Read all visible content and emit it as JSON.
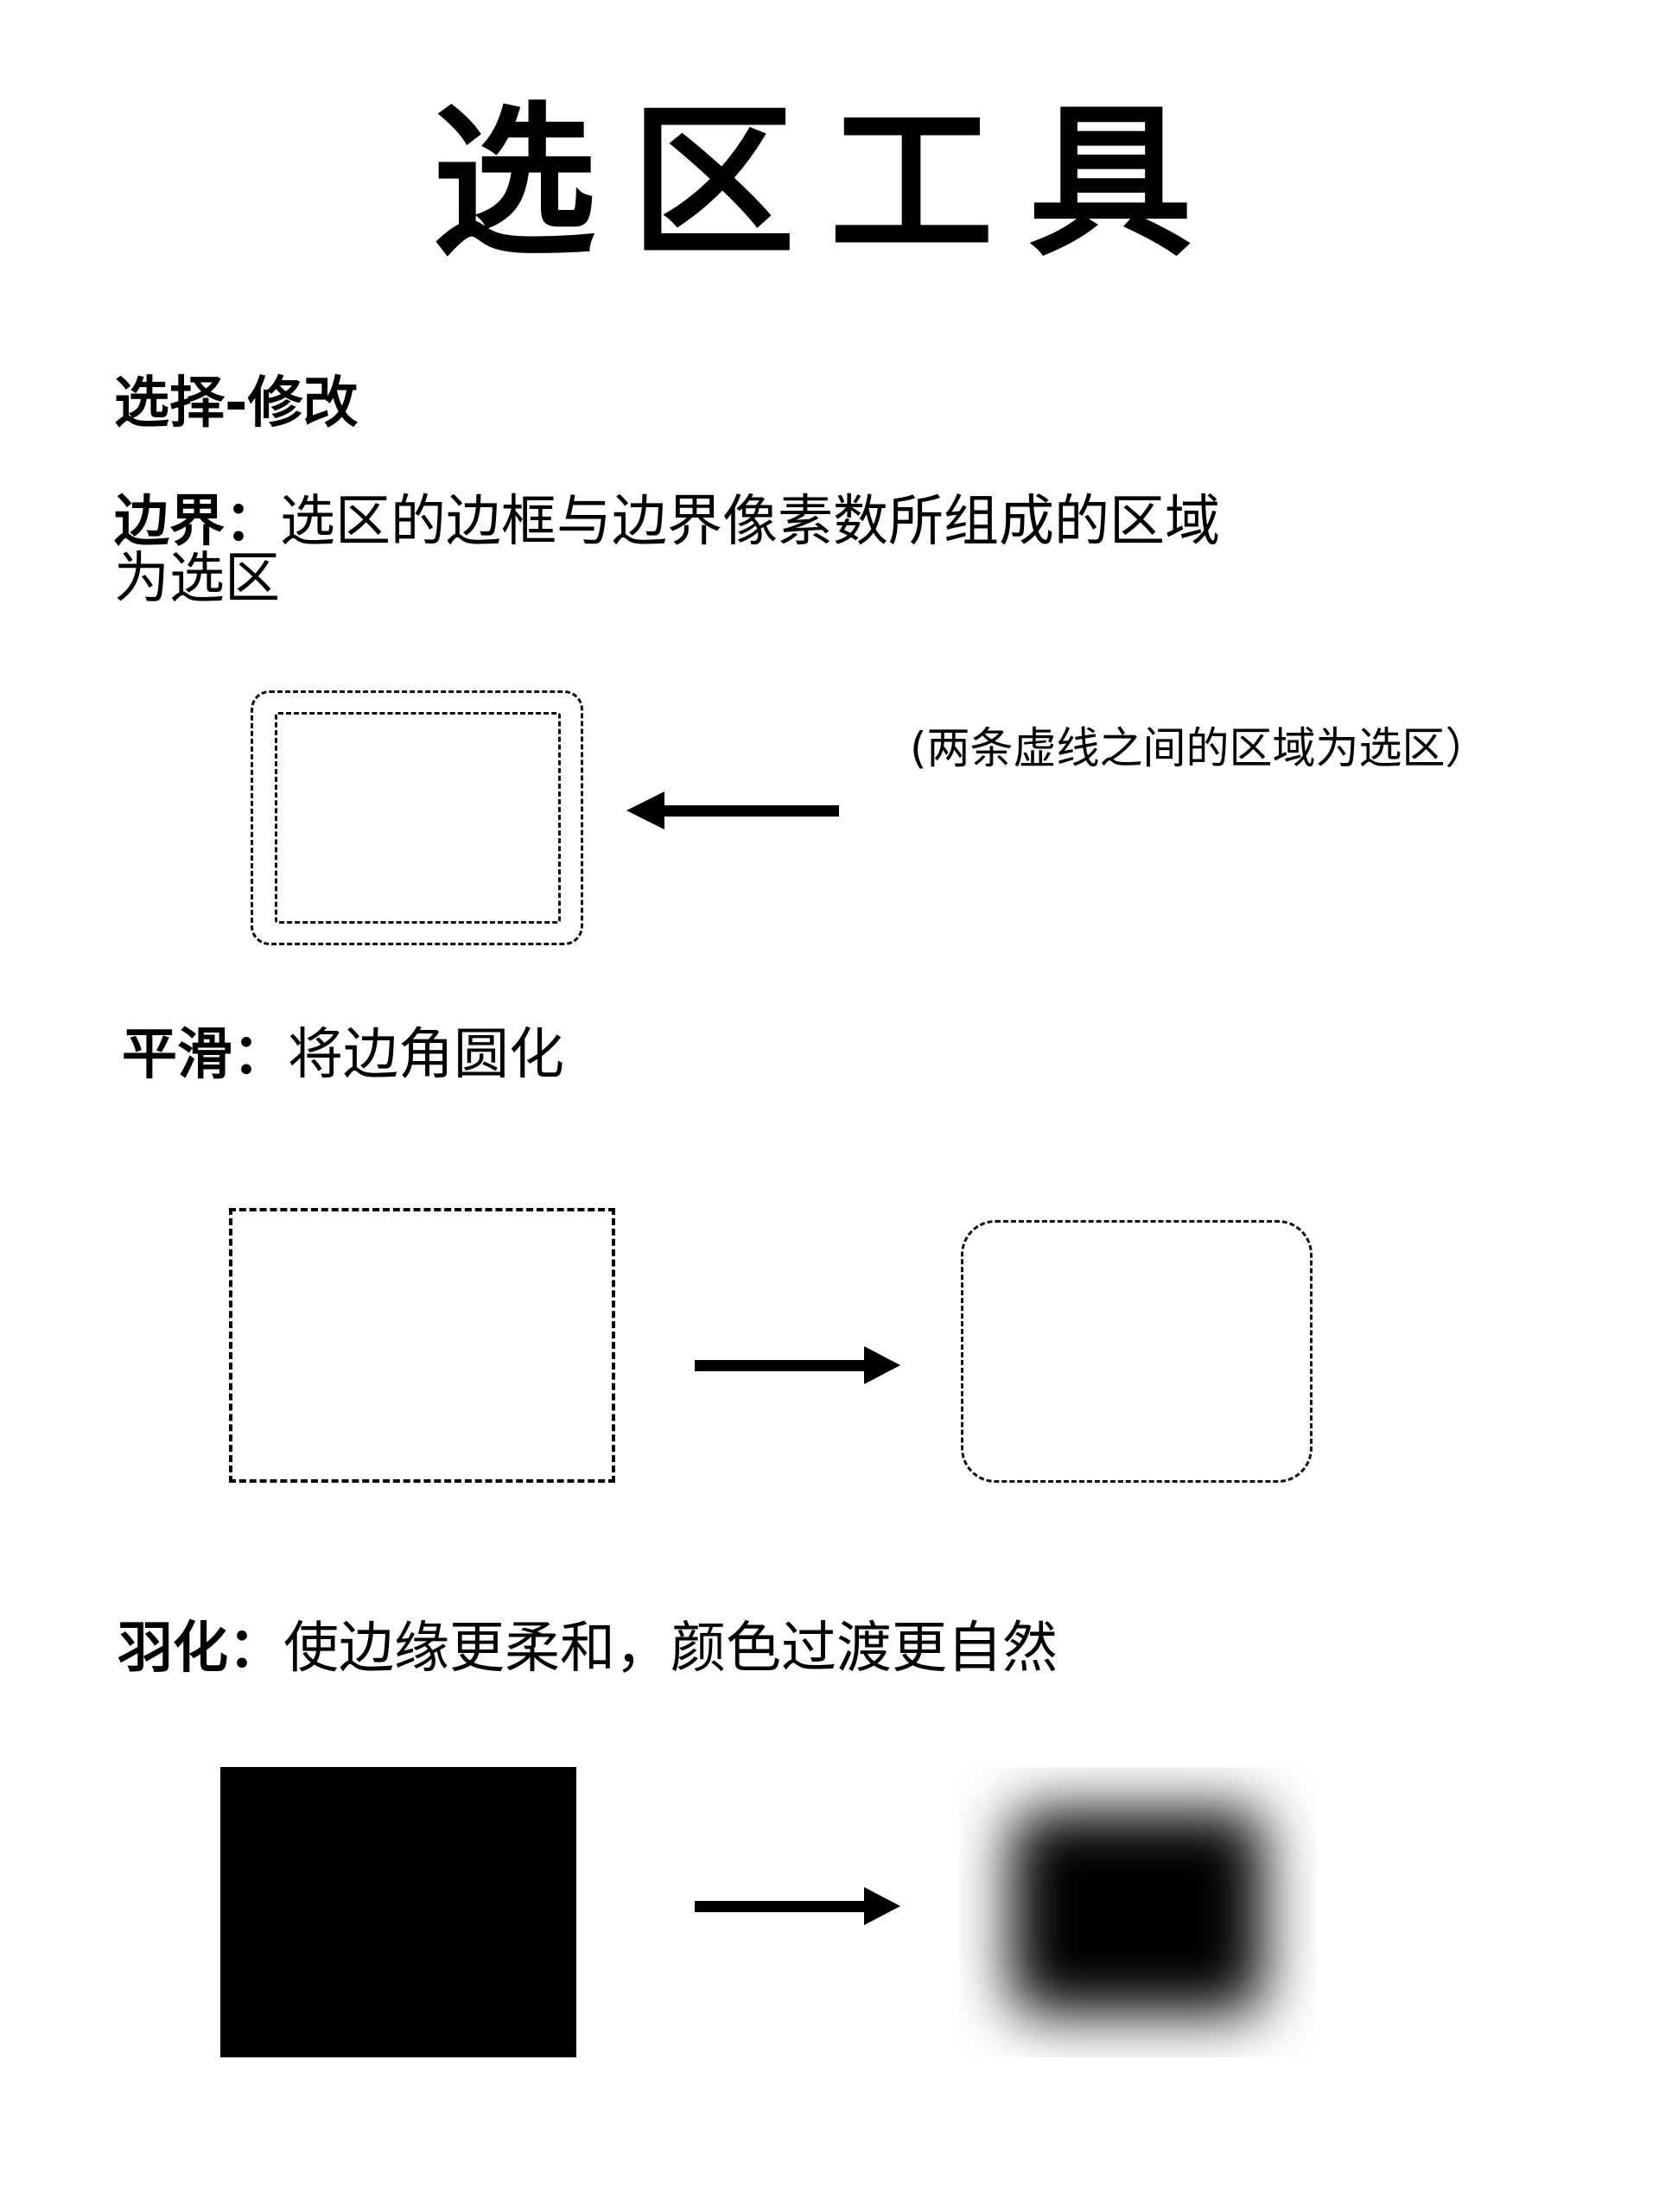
{
  "title": "选区工具",
  "section_heading": "选择-修改",
  "border": {
    "label": "边界：",
    "description_line1": "选区的边框与边界像素数所组成的区域",
    "description_line2": "为选区",
    "note": "(两条虚线之间的区域为选区）",
    "arrow_direction": "left"
  },
  "smooth": {
    "label": "平滑：",
    "description": "将边角圆化",
    "arrow_direction": "right"
  },
  "feather": {
    "label": "羽化：",
    "description": "使边缘更柔和，颜色过渡更自然",
    "arrow_direction": "right"
  },
  "colors": {
    "background": "#ffffff",
    "foreground": "#000000"
  }
}
